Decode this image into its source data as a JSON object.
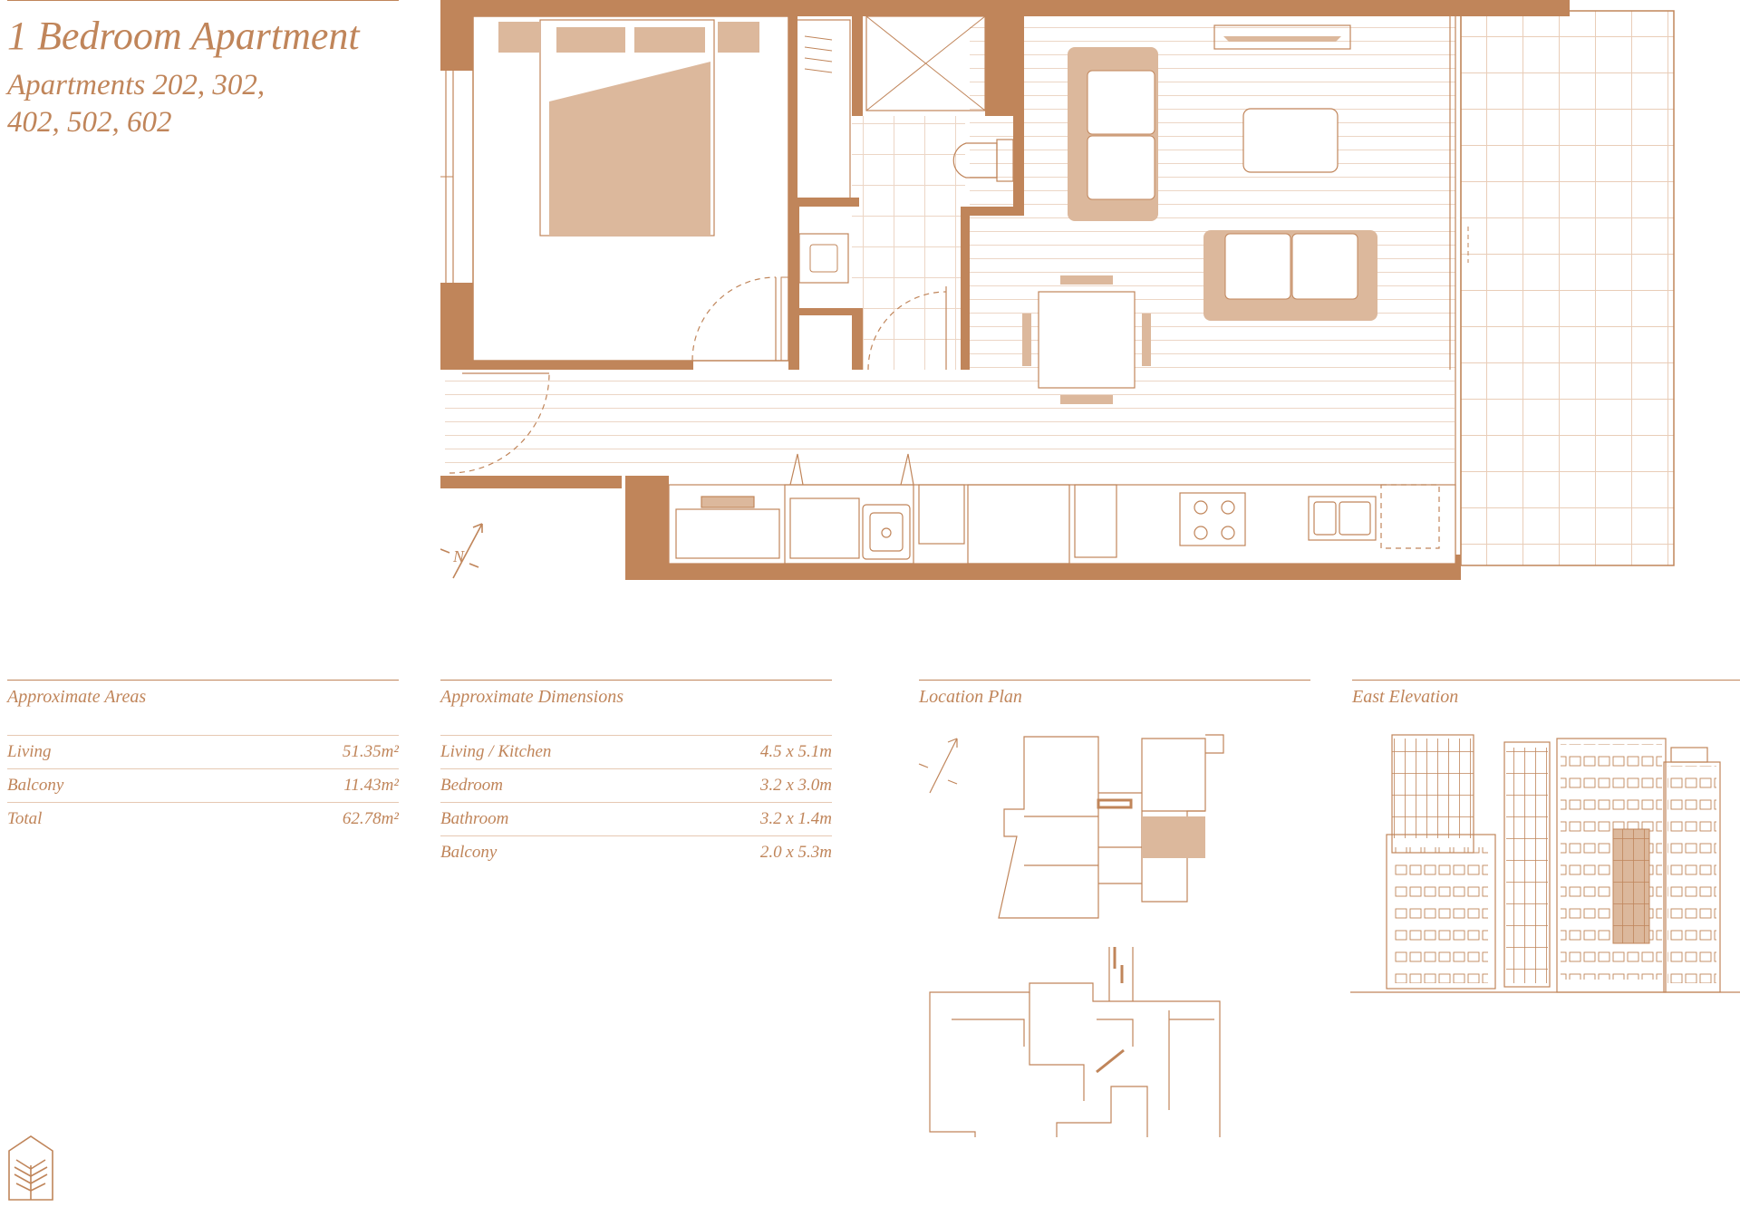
{
  "header": {
    "title": "1 Bedroom Apartment",
    "subtitle_line1": "Apartments 202, 302,",
    "subtitle_line2": "402, 502, 602"
  },
  "compass_label": "N",
  "areas": {
    "heading": "Approximate Areas",
    "rows": [
      {
        "label": "Living",
        "value": "51.35m²"
      },
      {
        "label": "Balcony",
        "value": "11.43m²"
      },
      {
        "label": "Total",
        "value": "62.78m²"
      }
    ]
  },
  "dimensions": {
    "heading": "Approximate Dimensions",
    "rows": [
      {
        "label": "Living / Kitchen",
        "value": "4.5 x 5.1m"
      },
      {
        "label": "Bedroom",
        "value": "3.2 x 3.0m"
      },
      {
        "label": "Bathroom",
        "value": "3.2 x 1.4m"
      },
      {
        "label": "Balcony",
        "value": "2.0 x 5.3m"
      }
    ]
  },
  "location_plan": {
    "heading": "Location Plan"
  },
  "east_elevation": {
    "heading": "East Elevation"
  },
  "colors": {
    "accent": "#c0855a",
    "fill": "#dcb89c",
    "line_light": "#e6c8b2"
  }
}
